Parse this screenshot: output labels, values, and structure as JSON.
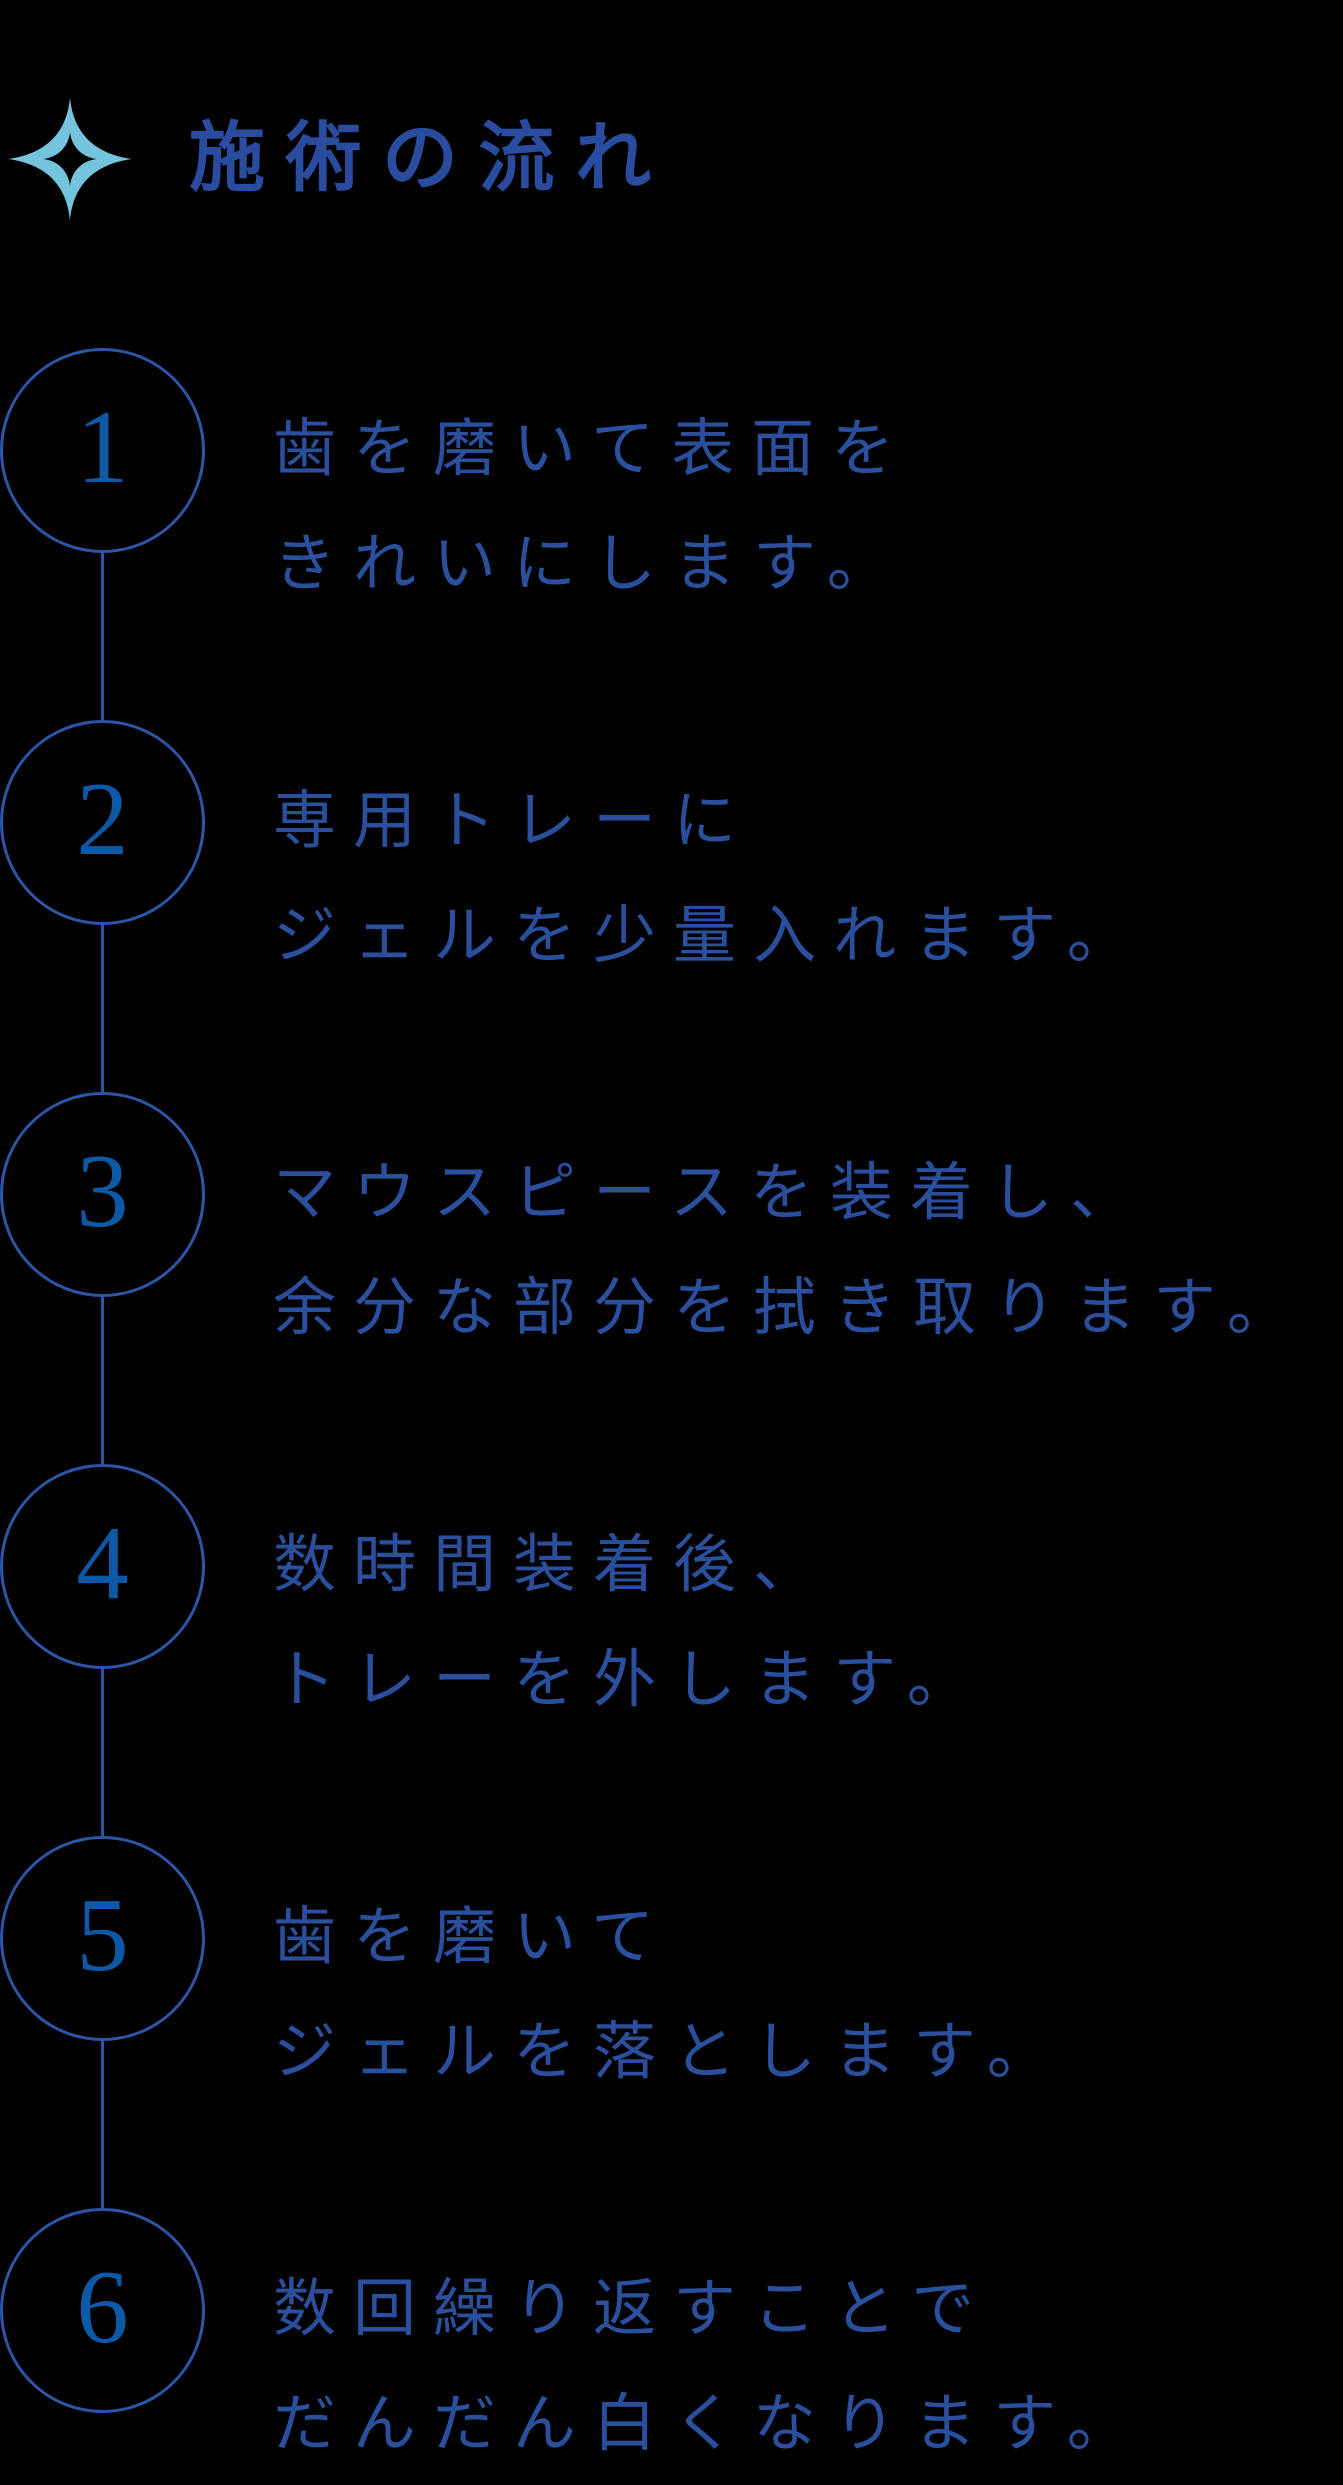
{
  "page": {
    "background": "#000000"
  },
  "colors": {
    "title_text": "#2a4c9e",
    "body_text": "#2a4f9c",
    "number_text": "#0d59a6",
    "circle_stroke": "#2d55a5",
    "sparkle": "#74c4de"
  },
  "header": {
    "title": "施術の流れ",
    "icon": "sparkle-icon"
  },
  "steps": [
    {
      "number": "1",
      "lines": [
        "歯を磨いて表面を",
        "きれいにします。"
      ]
    },
    {
      "number": "2",
      "lines": [
        "専用トレーに",
        "ジェルを少量入れます。"
      ]
    },
    {
      "number": "3",
      "lines": [
        "マウスピースを装着し、",
        "余分な部分を拭き取ります。"
      ]
    },
    {
      "number": "4",
      "lines": [
        "数時間装着後、",
        "トレーを外します。"
      ]
    },
    {
      "number": "5",
      "lines": [
        "歯を磨いて",
        "ジェルを落とします。"
      ]
    },
    {
      "number": "6",
      "lines": [
        "数回繰り返すことで",
        "だんだん白くなります。"
      ]
    }
  ]
}
